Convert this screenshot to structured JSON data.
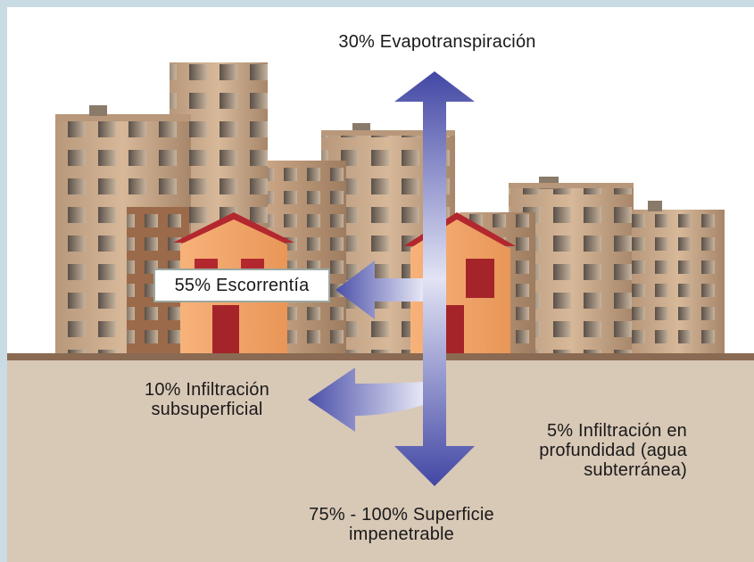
{
  "diagram": {
    "labels": {
      "evapotranspiration": "30% Evapotranspiración",
      "runoff": "55% Escorrentía",
      "shallow_infiltration": [
        "10% Infiltración",
        "subsuperficial"
      ],
      "deep_infiltration": [
        "5% Infiltración en",
        "profundidad (agua",
        "subterránea)"
      ],
      "impervious_surface": [
        "75% - 100% Superficie",
        "impenetrable"
      ]
    },
    "colors": {
      "frame": "#c9dbe3",
      "sky": "#ffffff",
      "ground": "#d8c8b6",
      "ground_line": "#8a6a52",
      "building": "#caa98a",
      "window": "#4a4a4a",
      "house_wall": "#f3a86a",
      "house_roof": "#b3282e",
      "arrow": "#4a4ea8"
    }
  }
}
